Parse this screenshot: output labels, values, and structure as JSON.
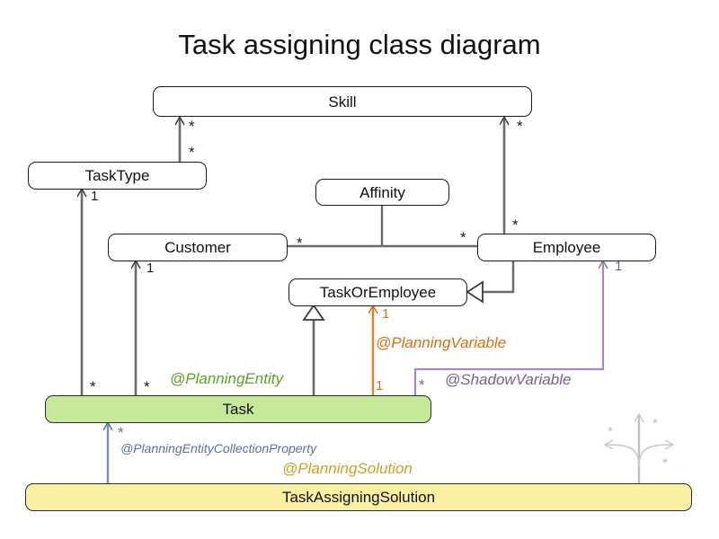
{
  "diagram": {
    "title": "Task assigning class diagram",
    "type": "uml-class-diagram",
    "colors": {
      "line": "#555555",
      "border": "#1b1b1b",
      "planning_entity": "#5da322",
      "planning_variable": "#d4700f",
      "shadow_variable": "#7d5c8c",
      "planning_solution": "#c9a227",
      "entity_collection": "#5a6fa0",
      "entity_fill": "#c5e89a",
      "solution_fill": "#faf0a4",
      "ghost": "#c8c8c8"
    },
    "classes": [
      {
        "id": "skill",
        "name": "Skill",
        "fill": "white"
      },
      {
        "id": "task_type",
        "name": "TaskType",
        "fill": "white"
      },
      {
        "id": "affinity",
        "name": "Affinity",
        "fill": "white"
      },
      {
        "id": "customer",
        "name": "Customer",
        "fill": "white"
      },
      {
        "id": "employee",
        "name": "Employee",
        "fill": "white"
      },
      {
        "id": "task_or_employee",
        "name": "TaskOrEmployee",
        "fill": "white"
      },
      {
        "id": "task",
        "name": "Task",
        "fill": "green"
      },
      {
        "id": "task_assigning_solution",
        "name": "TaskAssigningSolution",
        "fill": "yellow"
      }
    ],
    "annotations": [
      {
        "id": "planning_entity",
        "label": "@PlanningEntity",
        "color": "#5da322"
      },
      {
        "id": "planning_variable",
        "label": "@PlanningVariable",
        "color": "#d4700f"
      },
      {
        "id": "shadow_variable",
        "label": "@ShadowVariable",
        "color": "#7d5c8c"
      },
      {
        "id": "planning_entity_collection_property",
        "label": "@PlanningEntityCollectionProperty",
        "color": "#5a6fa0"
      },
      {
        "id": "planning_solution",
        "label": "@PlanningSolution",
        "color": "#c9a227"
      }
    ],
    "multiplicities": {
      "tasktype_to_skill_head": "*",
      "tasktype_to_skill_tail": "*",
      "employee_to_skill_head": "*",
      "employee_to_affinity": "*",
      "customer_to_affinity": "*",
      "task_to_tasktype_head": "1",
      "task_to_tasktype_tail": "*",
      "task_to_customer_head": "1",
      "task_to_customer_tail": "*",
      "task_to_taskoremployee_head": "1",
      "task_to_taskoremployee_tail": "1",
      "task_to_employee_shadow_head": "1",
      "task_to_employee_shadow_tail": "*",
      "solution_to_task": "*",
      "solution_ghost_up": "*",
      "solution_ghost_left": "*",
      "solution_ghost_right": "*"
    },
    "relations": [
      {
        "from": "task_type",
        "to": "skill",
        "kind": "association",
        "from_mult": "*",
        "to_mult": "*"
      },
      {
        "from": "employee",
        "to": "skill",
        "kind": "association",
        "to_mult": "*"
      },
      {
        "from": "customer",
        "to": "affinity",
        "kind": "association",
        "from_mult": "*"
      },
      {
        "from": "employee",
        "to": "affinity",
        "kind": "association",
        "from_mult": "*"
      },
      {
        "from": "task",
        "to": "task_type",
        "kind": "association",
        "from_mult": "*",
        "to_mult": "1"
      },
      {
        "from": "task",
        "to": "customer",
        "kind": "association",
        "from_mult": "*",
        "to_mult": "1"
      },
      {
        "from": "task",
        "to": "task_or_employee",
        "kind": "generalization"
      },
      {
        "from": "employee",
        "to": "task_or_employee",
        "kind": "generalization"
      },
      {
        "from": "task",
        "to": "task_or_employee",
        "kind": "association",
        "annotation": "@PlanningVariable",
        "from_mult": "1",
        "to_mult": "1"
      },
      {
        "from": "task",
        "to": "employee",
        "kind": "association",
        "annotation": "@ShadowVariable",
        "from_mult": "*",
        "to_mult": "1"
      },
      {
        "from": "task_assigning_solution",
        "to": "task",
        "kind": "association",
        "annotation": "@PlanningEntityCollectionProperty",
        "from_mult": "*"
      }
    ]
  }
}
